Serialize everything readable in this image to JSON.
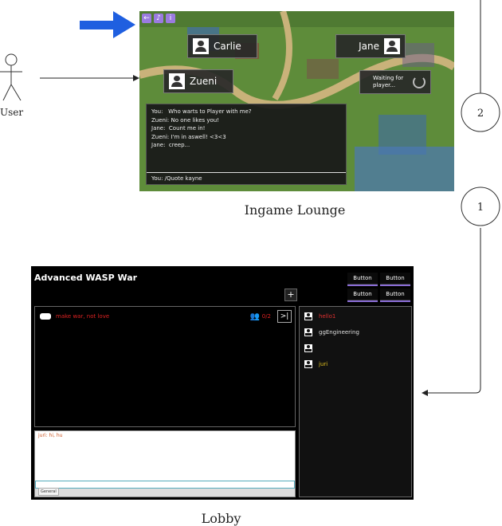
{
  "user": {
    "label": "User"
  },
  "steps": {
    "one": "1",
    "two": "2"
  },
  "ingame": {
    "caption": "Ingame Lounge",
    "players": [
      "Carlie",
      "Jane",
      "Zueni"
    ],
    "waiting": "Waiting for player...",
    "chat_lines": [
      "You:   Who warts to Player with me?",
      "Zueni: No one likes you!",
      "Jane:  Count me in!",
      "Zueni: I'm in aswell! <3<3",
      "Jane:  creep..."
    ],
    "chat_input": "You: /Quote kayne"
  },
  "lobby": {
    "caption": "Lobby",
    "title": "Advanced WASP War",
    "buttons": [
      "Button",
      "Button",
      "Button",
      "Button"
    ],
    "game_name": "make war, not love",
    "game_count": "0/2",
    "players": [
      {
        "name": "hello1",
        "color": "#e03030"
      },
      {
        "name": "ggEngineering",
        "color": "#e0e0e0"
      },
      {
        "name": "",
        "color": "#e0e0e0"
      },
      {
        "name": "juri",
        "color": "#e0c020"
      }
    ],
    "chat_message": "juri: hi, hu",
    "general_tab": "General"
  },
  "colors": {
    "arrow_blue": "#1f5fe0",
    "accent_purple": "#8a6cd6"
  }
}
